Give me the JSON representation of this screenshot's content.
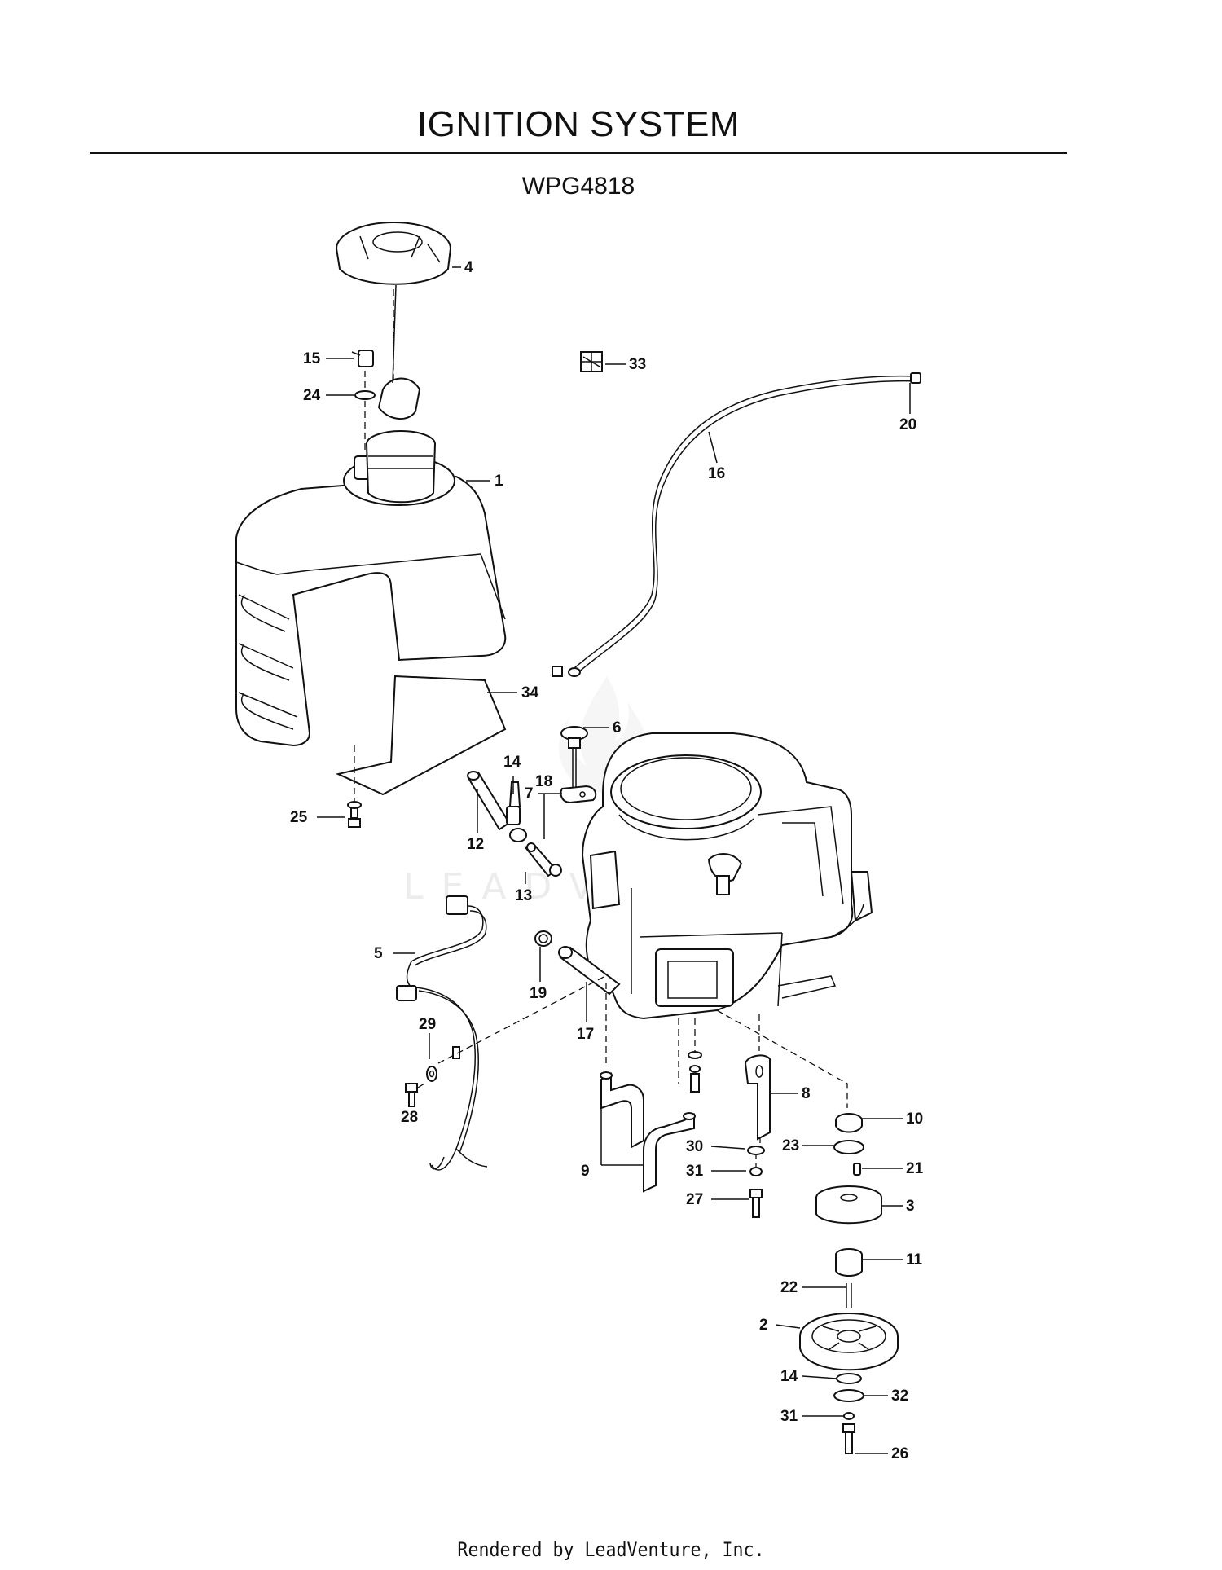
{
  "header": {
    "title": "IGNITION SYSTEM",
    "model": "WPG4818"
  },
  "footer": {
    "text": "Rendered by LeadVenture, Inc."
  },
  "watermark": {
    "text": "LEADVENTURE"
  },
  "callouts": [
    "1",
    "2",
    "3",
    "4",
    "5",
    "6",
    "7",
    "8",
    "9",
    "10",
    "11",
    "12",
    "13",
    "14",
    "14",
    "15",
    "16",
    "17",
    "18",
    "19",
    "20",
    "21",
    "22",
    "23",
    "24",
    "25",
    "26",
    "27",
    "28",
    "29",
    "30",
    "31",
    "31",
    "32",
    "33",
    "34"
  ]
}
